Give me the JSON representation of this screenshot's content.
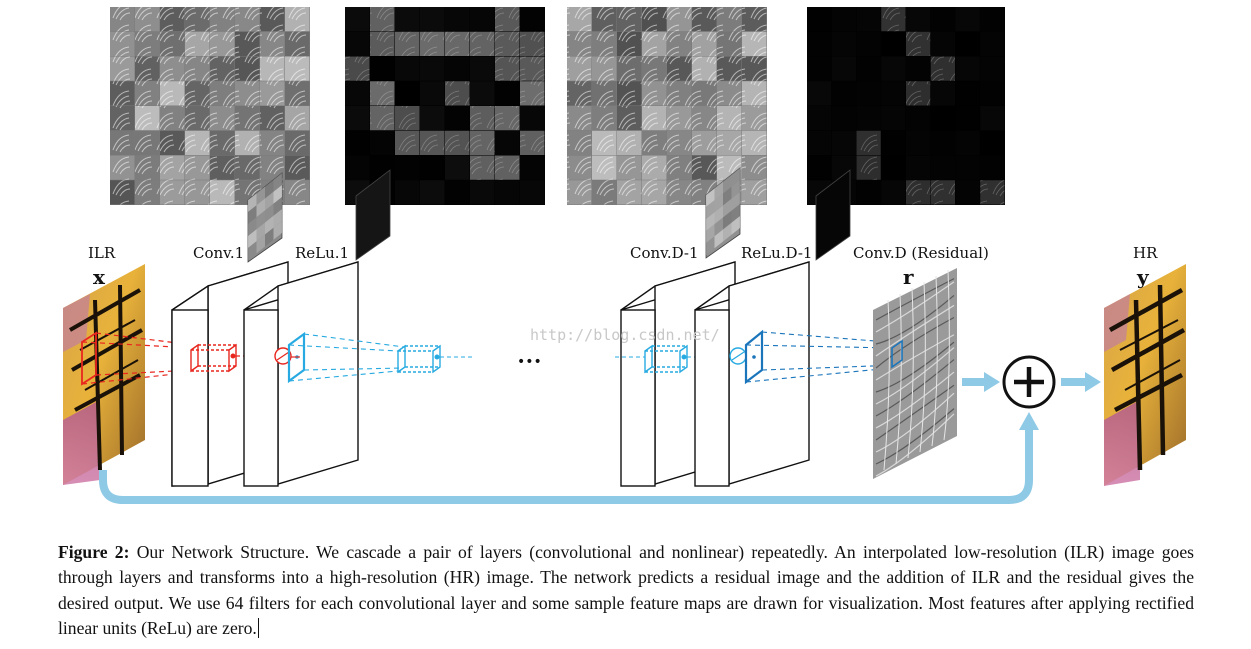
{
  "labels": {
    "ilr": "ILR",
    "x": "x",
    "conv1": "Conv.1",
    "relu1": "ReLu.1",
    "convd1": "Conv.D-1",
    "relud1": "ReLu.D-1",
    "convd": "Conv.D (Residual)",
    "r": "r",
    "hr": "HR",
    "y": "y",
    "dots": "•••",
    "watermark": "http://blog.csdn.net/"
  },
  "caption": {
    "label": "Figure 2:",
    "text": " Our Network Structure. We cascade a pair of layers (convolutional and nonlinear) repeatedly. An interpolated low-resolution (ILR) image goes through layers and transforms into a high-resolution (HR) image. The network predicts a residual image and the addition of ILR and the residual gives the desired output. We use 64 filters for each convolutional layer and some sample feature maps are drawn for visualization. Most features after applying rectified linear units (ReLu) are zero."
  },
  "colors": {
    "red": "#e8261e",
    "cyan": "#27aae1",
    "blue": "#1b75bb",
    "arrow": "#8ecae6"
  },
  "feature_maps": {
    "grid": 8,
    "panels": [
      {
        "id": "conv1",
        "style": "gray"
      },
      {
        "id": "relu1",
        "style": "dark"
      },
      {
        "id": "convd1",
        "style": "gray"
      },
      {
        "id": "relud1",
        "style": "black"
      }
    ]
  }
}
